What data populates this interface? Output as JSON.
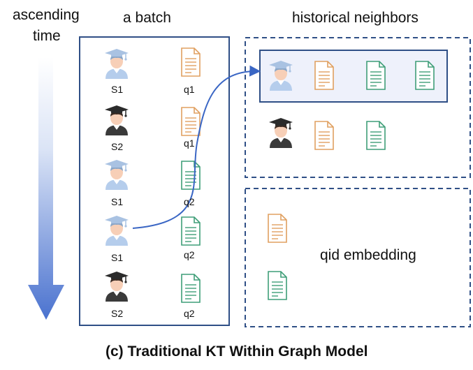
{
  "labels": {
    "time_axis_line1": "ascending",
    "time_axis_line2": "time",
    "batch_title": "a batch",
    "neighbors_title": "historical neighbors",
    "qid_embedding": "qid embedding",
    "caption": "(c) Traditional KT Within Graph Model"
  },
  "batch": [
    {
      "student": "S1",
      "question": "q1",
      "student_type": "student-light-icon",
      "doc_color": "orange"
    },
    {
      "student": "S2",
      "question": "q1",
      "student_type": "student-dark-icon",
      "doc_color": "orange"
    },
    {
      "student": "S1",
      "question": "q2",
      "student_type": "student-light-icon",
      "doc_color": "green"
    },
    {
      "student": "S1",
      "question": "q2",
      "student_type": "student-light-icon",
      "doc_color": "green"
    },
    {
      "student": "S2",
      "question": "q2",
      "student_type": "student-dark-icon",
      "doc_color": "green"
    }
  ],
  "colors": {
    "box_border": "#2f4f86",
    "arrow": "#3a66c4",
    "highlight_fill": "#eef1fb",
    "doc_orange": "#e0a060",
    "doc_green": "#3f9e78",
    "gradient_top": "#ffffff",
    "gradient_bottom": "#4a72cf"
  }
}
